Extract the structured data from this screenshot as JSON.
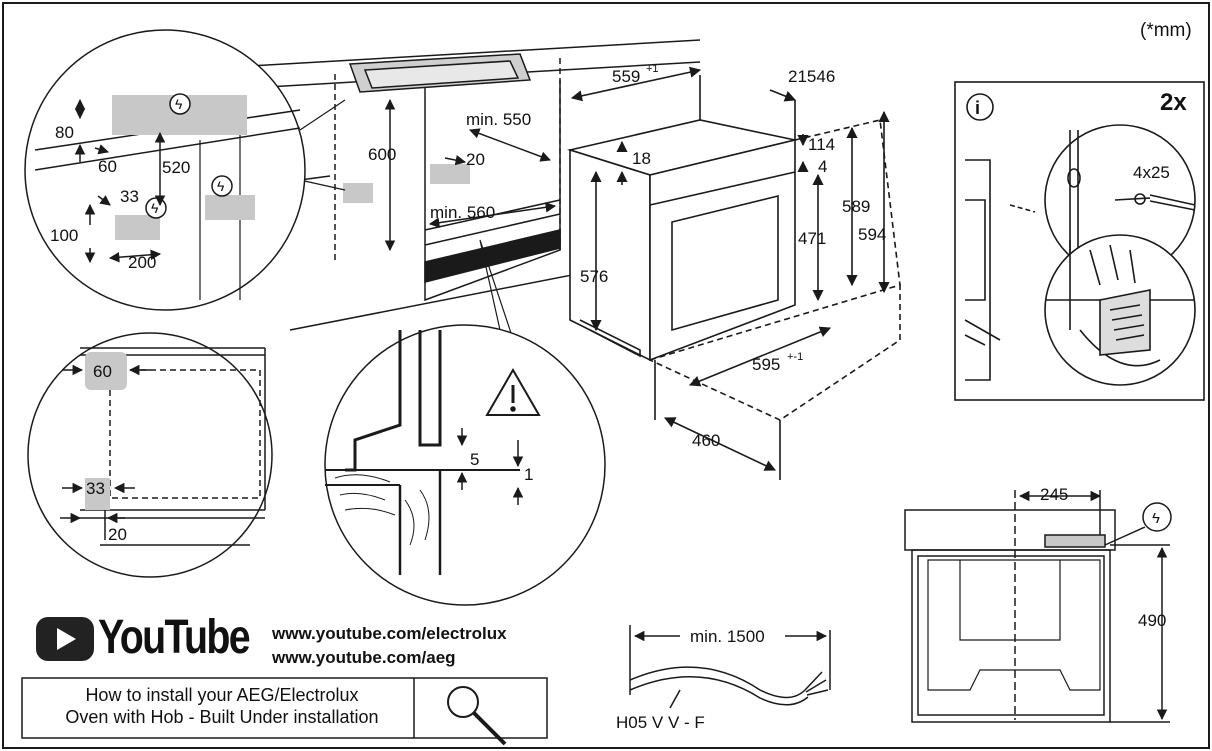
{
  "units_note": "(*mm)",
  "dimensions": {
    "d559": "559",
    "d559_tol": "+1",
    "d21546": "21546",
    "d80": "80",
    "d60": "60",
    "d520": "520",
    "d33": "33",
    "d100": "100",
    "d200": "200",
    "d600": "600",
    "d20": "20",
    "min550": "min. 550",
    "min560": "min. 560",
    "d18": "18",
    "d114": "114",
    "d4": "4",
    "d589": "589",
    "d594": "594",
    "d471": "471",
    "d576": "576",
    "d595": "595",
    "d595_tol": "+-1",
    "d460": "460",
    "zoom_60": "60",
    "zoom_33": "33",
    "zoom_20": "20",
    "gap_5": "5",
    "gap_1": "1",
    "d245": "245",
    "d490": "490",
    "min1500": "min. 1500"
  },
  "screws": {
    "count": "2x",
    "size": "4x25"
  },
  "cable": {
    "type": "H05 V V - F"
  },
  "youtube": {
    "brand": "YouTube",
    "urls": [
      "www.youtube.com/electrolux",
      "www.youtube.com/aeg"
    ],
    "caption_line1": "How to install your AEG/Electrolux",
    "caption_line2": "Oven with Hob - Built Under installation"
  },
  "colors": {
    "line": "#1a1a1a",
    "gray_fill": "#c8c8c8",
    "logo": "#222222"
  }
}
